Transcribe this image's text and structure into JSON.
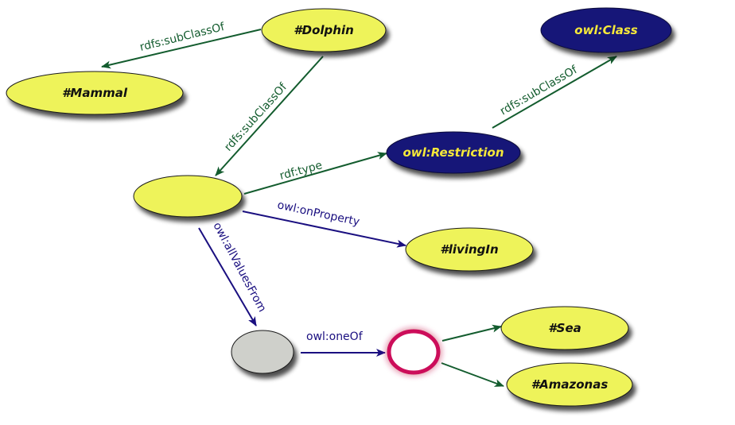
{
  "diagram": {
    "title": "OWL restriction diagram: Dolphin livingIn Sea or Amazonas",
    "colors": {
      "yellow_fill": "#eef35a",
      "navy_fill": "#141478",
      "navy_label": "#f5e83a",
      "grey_fill": "#cfd0cb",
      "ring_stroke": "#cc0a5a",
      "green_edge": "#135c2e",
      "blue_edge": "#1a0f80",
      "dark_label": "#111111"
    },
    "nodes": [
      {
        "id": "dolphin",
        "label": "#Dolphin",
        "style": "yellow"
      },
      {
        "id": "mammal",
        "label": "#Mammal",
        "style": "yellow"
      },
      {
        "id": "owl_class",
        "label": "owl:Class",
        "style": "navy"
      },
      {
        "id": "restriction",
        "label": "owl:Restriction",
        "style": "navy"
      },
      {
        "id": "blank",
        "label": "",
        "style": "yellow"
      },
      {
        "id": "livingin",
        "label": "#livingIn",
        "style": "yellow"
      },
      {
        "id": "grey",
        "label": "",
        "style": "grey"
      },
      {
        "id": "ring",
        "label": "",
        "style": "ring"
      },
      {
        "id": "sea",
        "label": "#Sea",
        "style": "yellow"
      },
      {
        "id": "amazonas",
        "label": "#Amazonas",
        "style": "yellow"
      }
    ],
    "edges": [
      {
        "from": "dolphin",
        "to": "mammal",
        "label": "rdfs:subClassOf",
        "color": "green"
      },
      {
        "from": "dolphin",
        "to": "blank",
        "label": "rdfs:subClassOf",
        "color": "green"
      },
      {
        "from": "restriction",
        "to": "owl_class",
        "label": "rdfs:subClassOf",
        "color": "green"
      },
      {
        "from": "blank",
        "to": "restriction",
        "label": "rdf:type",
        "color": "green"
      },
      {
        "from": "blank",
        "to": "livingin",
        "label": "owl:onProperty",
        "color": "blue"
      },
      {
        "from": "blank",
        "to": "grey",
        "label": "owl:allValuesFrom",
        "color": "blue"
      },
      {
        "from": "grey",
        "to": "ring",
        "label": "owl:oneOf",
        "color": "blue"
      },
      {
        "from": "ring",
        "to": "sea",
        "label": "",
        "color": "green"
      },
      {
        "from": "ring",
        "to": "amazonas",
        "label": "",
        "color": "green"
      }
    ]
  }
}
